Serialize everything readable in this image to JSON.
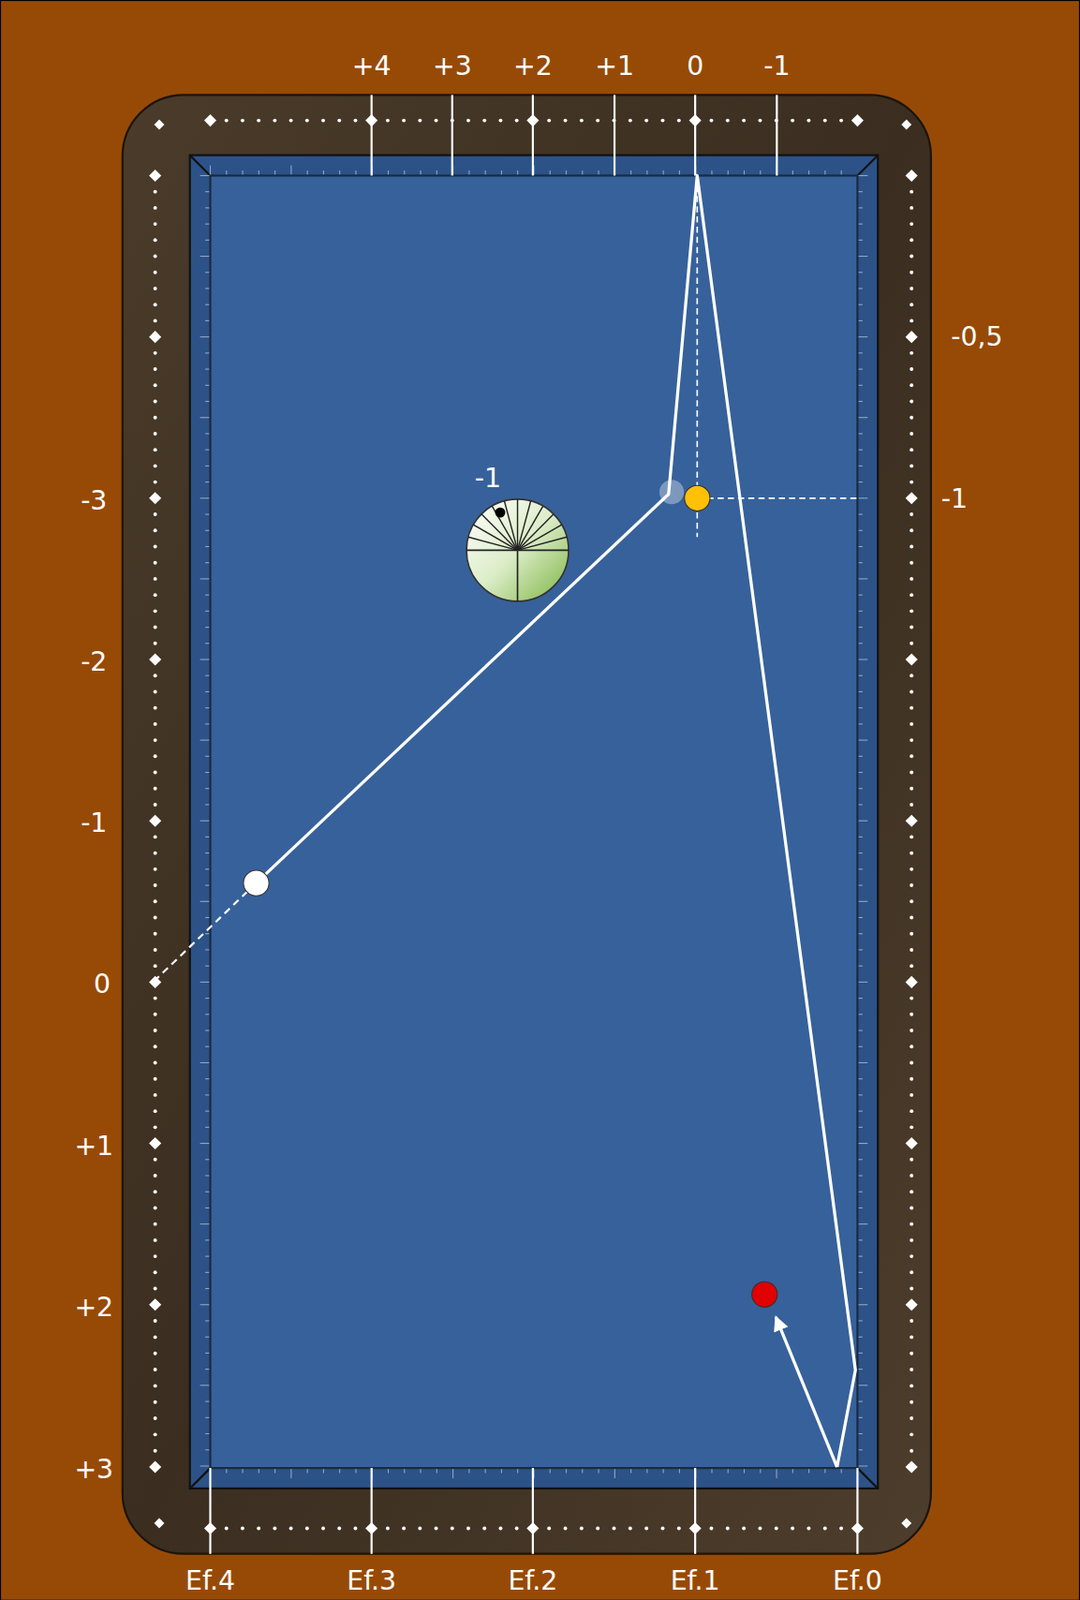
{
  "diagram": {
    "labels": [
      "+4",
      "+3",
      "+2",
      "+1",
      "0",
      "-1",
      "-0,5",
      "-1",
      "-1",
      "-3",
      "-2",
      "-1",
      "0",
      "+1",
      "+2",
      "+3",
      "Ef.4",
      "Ef.3",
      "Ef.2",
      "Ef.1",
      "Ef.0"
    ]
  }
}
